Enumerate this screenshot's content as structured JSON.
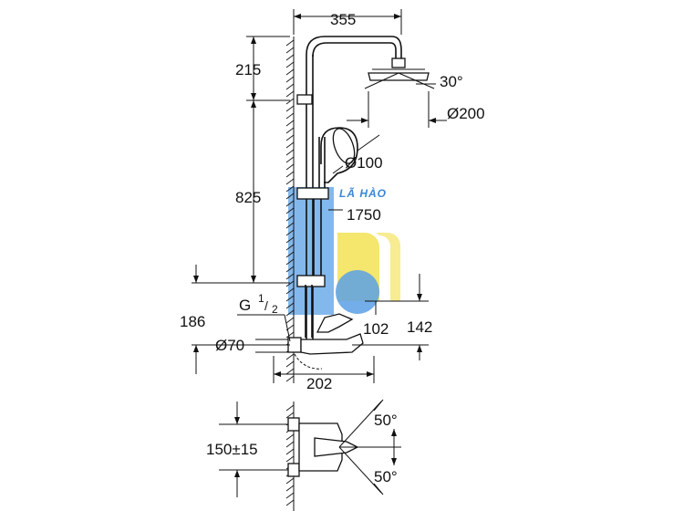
{
  "dimensions": {
    "top_width": "355",
    "head_height": "215",
    "head_angle": "30°",
    "head_diameter": "Ø200",
    "hand_diameter": "Ø100",
    "rail_height": "825",
    "total_height": "1750",
    "thread_main": "G",
    "thread_num": "1",
    "thread_den": "2",
    "inlet_height": "186",
    "mixer_offset_a": "102",
    "mixer_offset_b": "142",
    "inlet_diameter": "Ø70",
    "spout_length": "202",
    "angle_top": "50°",
    "angle_bottom": "50°",
    "inlet_spacing": "150±15"
  },
  "watermark": {
    "text": "LÃ HÀO"
  },
  "colors": {
    "watermark_blue": "#5aa0e6",
    "watermark_yellow": "#f2e04a",
    "line": "#111111"
  }
}
